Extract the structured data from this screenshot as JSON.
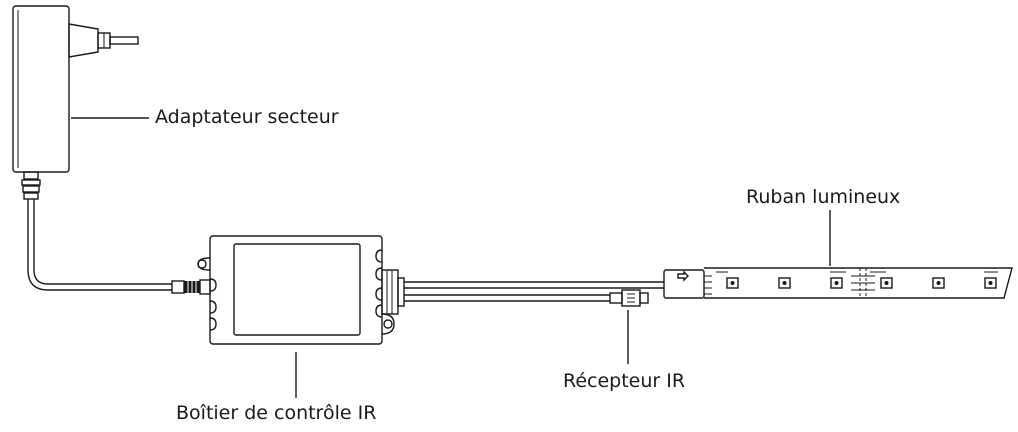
{
  "labels": {
    "adapter": "Adaptateur secteur",
    "strip": "Ruban lumineux",
    "receiver": "Récepteur IR",
    "controller": "Boîtier de contrôle IR"
  },
  "colors": {
    "line": "#1a1a1a",
    "background": "#ffffff"
  }
}
